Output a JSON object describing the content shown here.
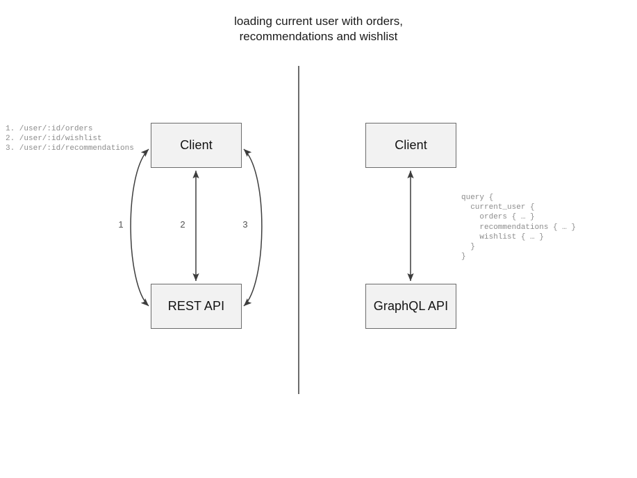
{
  "title": "loading current user with orders,\nrecommendations and wishlist",
  "colors": {
    "node_fill": "#f2f2f2",
    "node_border": "#6b6b6b",
    "edge": "#3d3d3d",
    "divider": "#6b6b6b",
    "code_text": "#8c8c8c",
    "label_text": "#545454",
    "title_text": "#1a1a1a"
  },
  "rest_panel": {
    "client_label": "Client",
    "api_label": "REST API",
    "endpoints": "1. /user/:id/orders\n2. /user/:id/wishlist\n3. /user/:id/recommendations",
    "edges": [
      {
        "label": "1",
        "shape": "curve-left",
        "bidirectional": true
      },
      {
        "label": "2",
        "shape": "straight",
        "bidirectional": true
      },
      {
        "label": "3",
        "shape": "curve-right",
        "bidirectional": true
      }
    ]
  },
  "graphql_panel": {
    "client_label": "Client",
    "api_label": "GraphQL API",
    "query": "query {\n  current_user {\n    orders { … }\n    recommendations { … }\n    wishlist { … }\n  }\n}",
    "edges": [
      {
        "label": "",
        "shape": "straight",
        "bidirectional": true
      }
    ]
  }
}
